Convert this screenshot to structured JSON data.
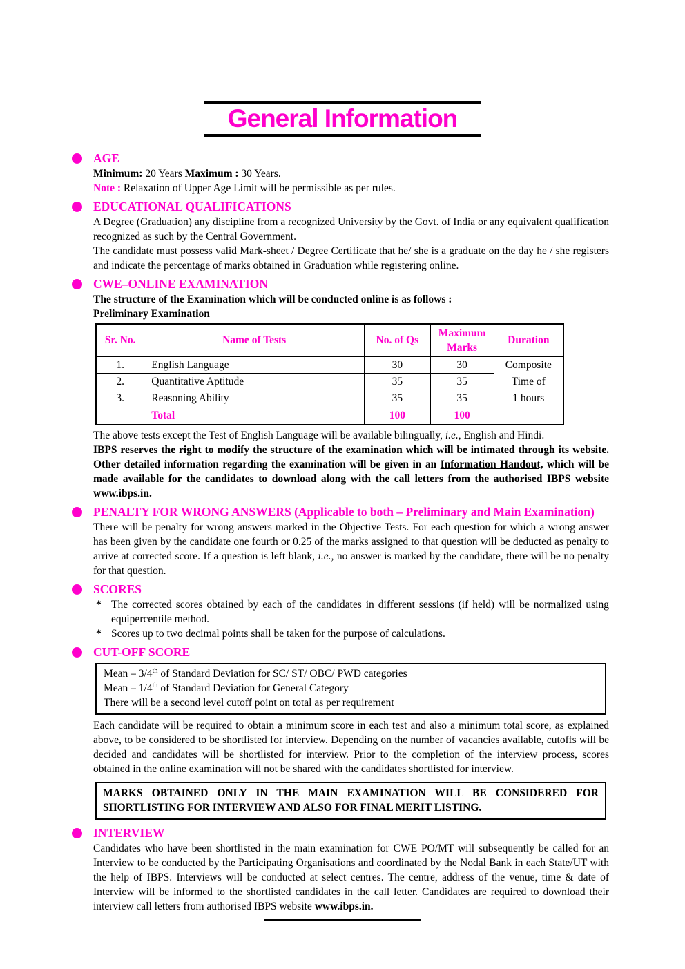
{
  "colors": {
    "accent": "#ff00cc",
    "text": "#000000",
    "background": "#ffffff"
  },
  "title": "General Information",
  "sections": {
    "age": {
      "heading": "AGE",
      "requirements": [
        {
          "t": "Minimum:",
          "b": 1
        },
        {
          "t": " 20 Years  "
        },
        {
          "t": "Maximum :",
          "b": 1
        },
        {
          "t": " 30 Years."
        }
      ],
      "note": [
        {
          "t": "Note : ",
          "b": 1,
          "c": "#ff00cc"
        },
        {
          "t": "Relaxation of Upper Age Limit will be permissible as per rules."
        }
      ]
    },
    "education": {
      "heading": "EDUCATIONAL QUALIFICATIONS",
      "para1": "A Degree (Graduation) any discipline from a recognized University by the Govt. of India or any equivalent qualification recognized as such by the Central Government.",
      "para2": "The candidate must possess valid Mark-sheet / Degree Certificate that he/ she is a graduate on the day he / she registers and indicate the percentage of marks obtained in Graduation while registering online."
    },
    "cwe": {
      "heading": "CWE–ONLINE EXAMINATION",
      "intro": "The structure of the Examination which will be conducted online is as follows :",
      "subheading": "Preliminary Examination",
      "table": {
        "headers": [
          "Sr. No.",
          "Name of Tests",
          "No. of Qs",
          "Maximum Marks",
          "Duration"
        ],
        "rows": [
          {
            "sr": "1.",
            "name": "English Language",
            "qs": "30",
            "marks": "30"
          },
          {
            "sr": "2.",
            "name": "Quantitative Aptitude",
            "qs": "35",
            "marks": "35"
          },
          {
            "sr": "3.",
            "name": "Reasoning Ability",
            "qs": "35",
            "marks": "35"
          }
        ],
        "duration_lines": [
          "Composite",
          "Time of",
          "1 hours"
        ],
        "total_label": "Total",
        "total_qs": "100",
        "total_marks": "100"
      },
      "bilingual_note": [
        {
          "t": "The above tests except the Test of English Language will be available bilingually, "
        },
        {
          "t": "i.e.,",
          "i": 1
        },
        {
          "t": " English and Hindi."
        }
      ],
      "ibps_note": [
        {
          "t": "IBPS reserves the right to modify the structure of the examination which will be intimated through its website. Other detailed information regarding the examination will be given in an ",
          "b": 1
        },
        {
          "t": "Information Handout,",
          "b": 1,
          "u": 1
        },
        {
          "t": " which will be made available for the candidates to download along with the call letters from the authorised IBPS website www.ibps.in.",
          "b": 1
        }
      ]
    },
    "penalty": {
      "heading": "PENALTY FOR WRONG ANSWERS (Applicable to both – Preliminary and Main Examination)",
      "para": [
        {
          "t": "There will be penalty for wrong answers marked in the Objective Tests. For each question for which a wrong answer has been given by the candidate one fourth or 0.25 of the marks assigned to that question will be deducted as penalty to arrive at corrected score. If a question is left blank, "
        },
        {
          "t": "i.e.,",
          "i": 1
        },
        {
          "t": " no answer is marked by the candidate, there will be no penalty for that question."
        }
      ]
    },
    "scores": {
      "heading": "SCORES",
      "bullet_char": "*",
      "items": [
        "The corrected scores obtained by each of the candidates in different sessions (if held) will be normalized using equipercentile method.",
        "Scores up to two decimal points shall be taken for the purpose of calculations."
      ]
    },
    "cutoff": {
      "heading": "CUT-OFF SCORE",
      "box_lines": [
        [
          {
            "t": "Mean – 3/4"
          },
          {
            "t": "th",
            "sup": 1
          },
          {
            "t": " of Standard Deviation for SC/ ST/ OBC/ PWD categories"
          }
        ],
        [
          {
            "t": "Mean – 1/4"
          },
          {
            "t": "th",
            "sup": 1
          },
          {
            "t": " of Standard Deviation for General Category"
          }
        ],
        [
          {
            "t": "There will be a second level cutoff point on total as per requirement"
          }
        ]
      ],
      "para": "Each candidate will be required to obtain a minimum score in each test and also a minimum total score, as explained above,  to be considered to be shortlisted for interview. Depending on the number of vacancies available, cutoffs will be decided and candidates will be shortlisted for interview. Prior to the completion of the interview process, scores obtained in the online examination will not be shared with the candidates shortlisted for interview.",
      "marks_box": "MARKS OBTAINED ONLY IN THE MAIN EXAMINATION WILL BE CONSIDERED FOR SHORTLISTING FOR INTERVIEW AND ALSO FOR FINAL MERIT LISTING."
    },
    "interview": {
      "heading": "INTERVIEW",
      "para": [
        {
          "t": "Candidates who have been shortlisted in the main examination for CWE PO/MT will subsequently be called for an Interview to be conducted by the Participating Organisations and coordinated by the Nodal Bank in each State/UT with the help of IBPS. Interviews will be conducted at select centres. The centre, address of the venue, time & date of Interview will be informed to the shortlisted candidates in the call letter. Candidates are required to download their interview call letters from authorised IBPS website "
        },
        {
          "t": "www.ibps.in.",
          "b": 1
        }
      ]
    }
  }
}
